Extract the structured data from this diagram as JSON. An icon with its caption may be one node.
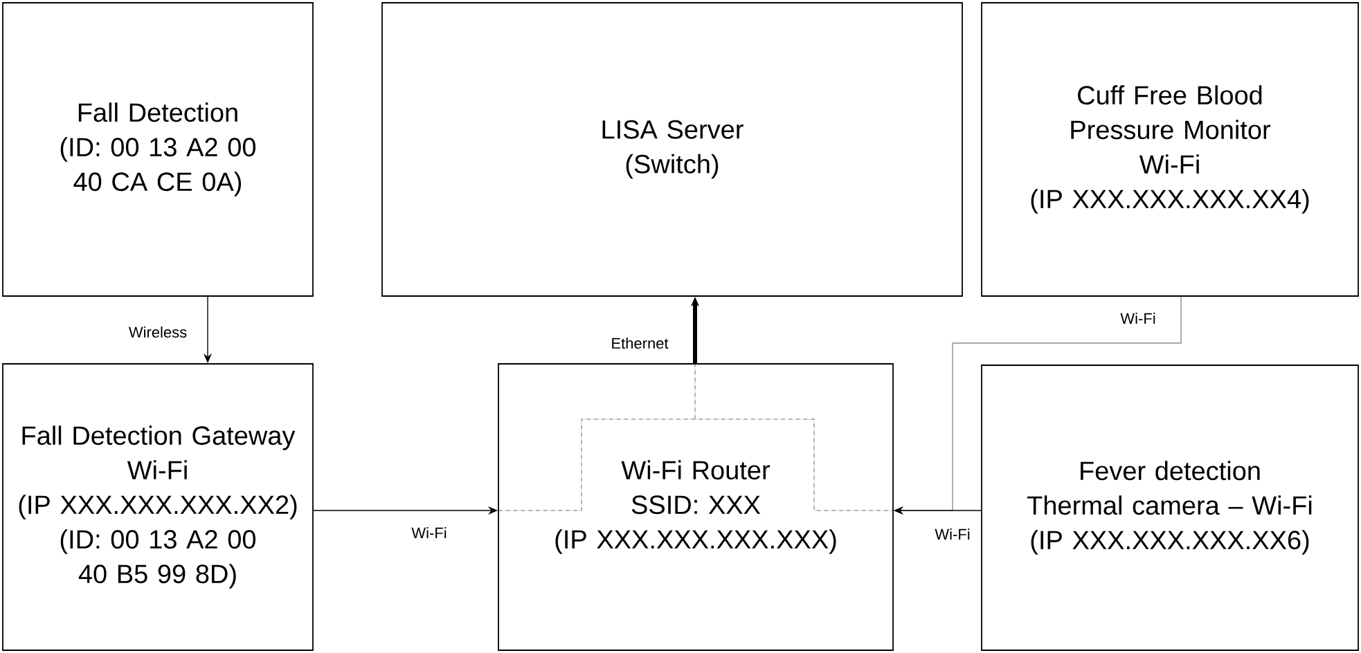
{
  "diagram": {
    "nodes": [
      {
        "text": [
          "Fall Detection",
          "(ID: 00 13 A2 00 40 CA CE 0A)"
        ]
      },
      {
        "text": [
          "LISA Server",
          "(Switch)"
        ]
      },
      {
        "text": [
          "Cuff Free Blood Pressure Monitor",
          "Wi-Fi",
          "(IP XXX.XXX.XXX.XX4)"
        ]
      },
      {
        "text": [
          "Fall Detection Gateway",
          "Wi-Fi",
          "(IP XXX.XXX.XXX.XX2)",
          "(ID: 00 13 A2 00 40 B5 99 8D)"
        ]
      },
      {
        "text": [
          "Wi-Fi Router",
          "SSID: XXX",
          "(IP XXX.XXX.XXX.XXX)"
        ]
      },
      {
        "text": [
          "Fever detection",
          "Thermal camera – Wi-Fi",
          "(IP XXX.XXX.XXX.XX6)"
        ]
      }
    ],
    "edges": [
      {
        "from": 0,
        "to": 3,
        "arrow": "to",
        "label": "Wireless"
      },
      {
        "from": 4,
        "to": 1,
        "arrow": "to",
        "label": "Ethernet",
        "style": "thick"
      },
      {
        "from": 3,
        "to": 4,
        "arrow": "to",
        "label": "Wi-Fi"
      },
      {
        "from": 2,
        "to": 4,
        "arrow": "to",
        "label": "Wi-Fi",
        "color": "#8c8c8c"
      },
      {
        "from": 5,
        "to": 4,
        "arrow": "to",
        "label": "Wi-Fi"
      }
    ]
  }
}
